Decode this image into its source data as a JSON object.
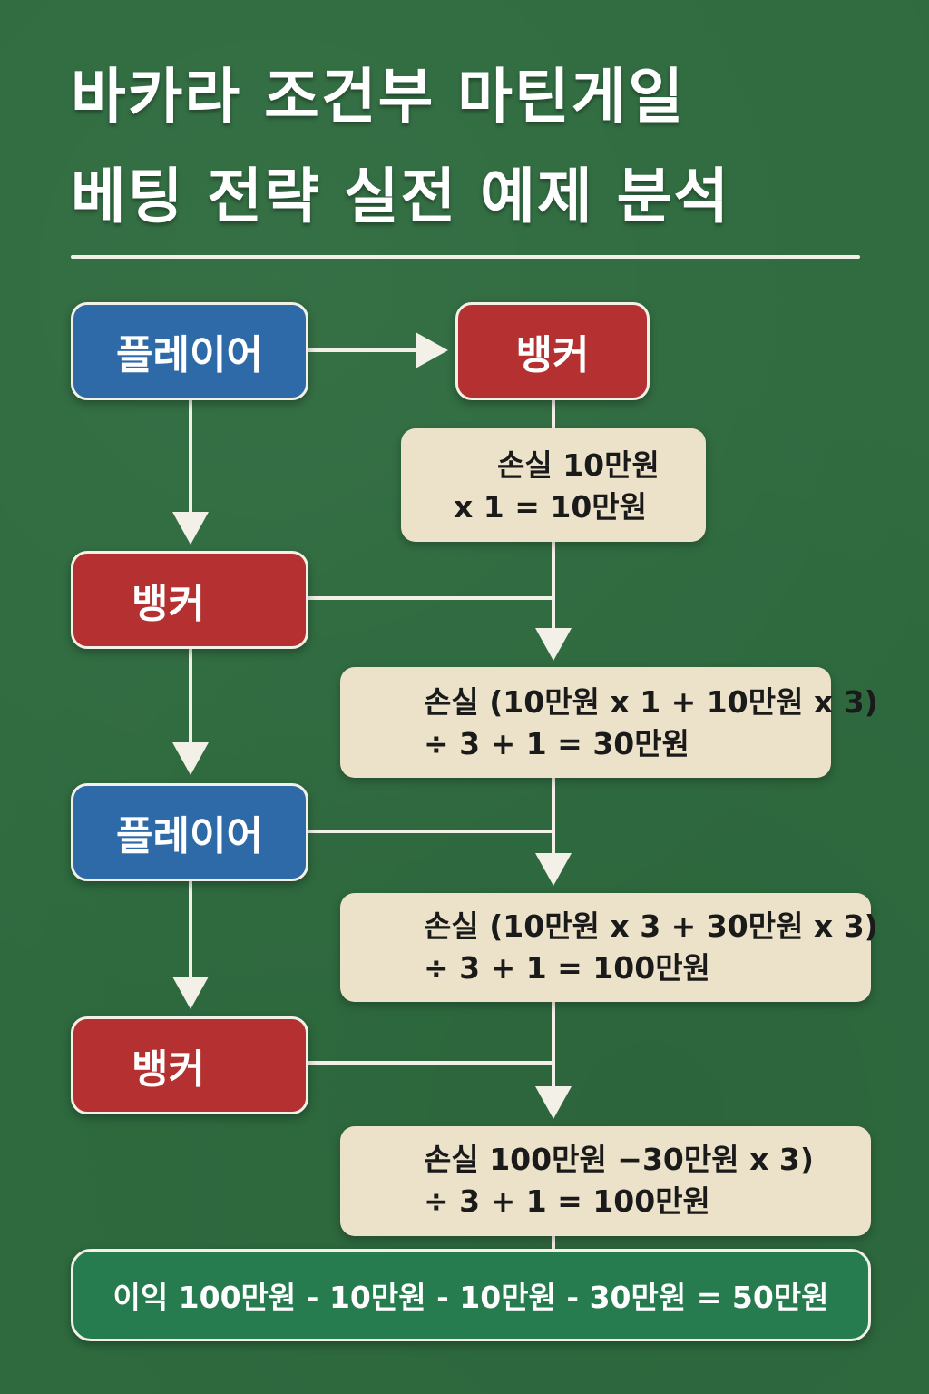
{
  "title": {
    "line1": "바카라 조건부 마틴게일",
    "line2": "베팅 전략 실전 예제 분석"
  },
  "nodes": {
    "player_1": "플레이어",
    "banker_top": "뱅커",
    "banker_2": "뱅커",
    "player_3": "플레이어",
    "banker_4": "뱅커"
  },
  "calcs": {
    "c1": {
      "line1": "손실 10만원",
      "line2": "x 1 = 10만원"
    },
    "c2": {
      "line1": "손실 (10만원 x 1 + 10만원 x 3)",
      "line2": "÷ 3 + 1 = 30만원"
    },
    "c3": {
      "line1": "손실 (10만원 x 3 + 30만원 x 3)",
      "line2": "÷ 3 + 1 = 100만원"
    },
    "c4": {
      "line1": "손실 100만원 −30만원 x 3)",
      "line2": "÷ 3 + 1 = 100만원"
    }
  },
  "profit": "이익 100만원 - 10만원 - 10만원 - 30만원 = 50만원",
  "colors": {
    "background": "#2f6b3f",
    "player": "#2e6aa8",
    "banker": "#b53131",
    "calc_box": "#ebe2c9",
    "profit_box": "#267b4f",
    "line": "#f3f0e8"
  }
}
